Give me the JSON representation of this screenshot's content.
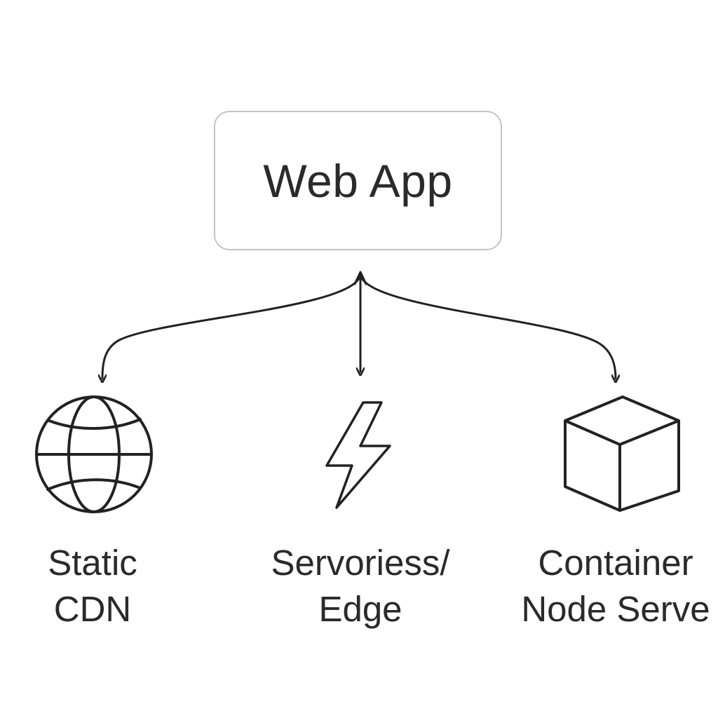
{
  "root": {
    "label": "Web App"
  },
  "targets": [
    {
      "id": "static",
      "icon": "globe-icon",
      "lines": [
        "Static",
        "CDN"
      ]
    },
    {
      "id": "serverless",
      "icon": "lightning-bolt-icon",
      "lines": [
        "Servoriess/",
        "Edge"
      ]
    },
    {
      "id": "container",
      "icon": "cube-icon",
      "lines": [
        "Container",
        "Node Serve"
      ]
    }
  ],
  "colors": {
    "stroke": "#222222",
    "box_border": "#c4c4c4",
    "text": "#2a2a2a"
  }
}
